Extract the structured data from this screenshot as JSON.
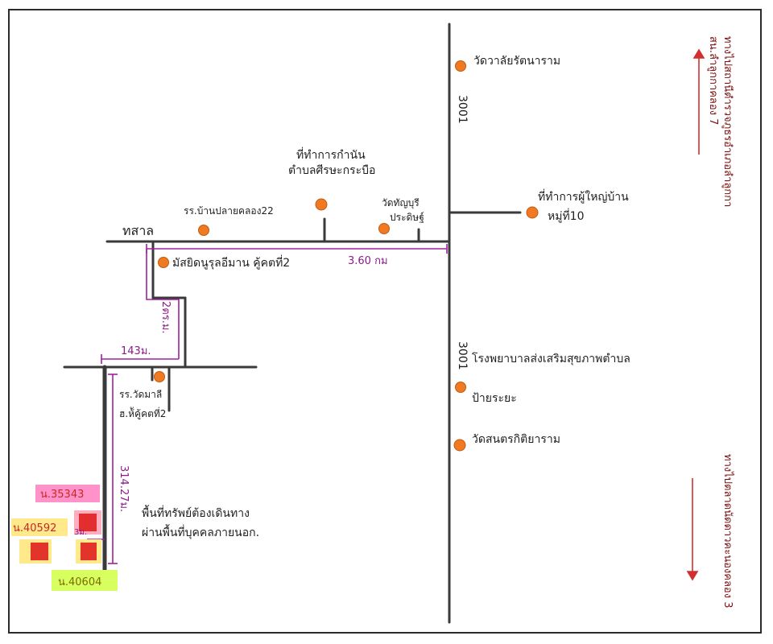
{
  "colors": {
    "road": "#3a3a3a",
    "landmark": "#f07a22",
    "distance": "#a020a0",
    "arrow": "#d32f2f",
    "parcel_pink": "#ff80c0",
    "parcel_yellow": "#ffe98a",
    "parcel_green": "#d8ff60",
    "parcel_red": "#e02020"
  },
  "icons": {
    "landmark": "orange-dot-icon",
    "direction": "red-arrow-icon"
  },
  "map": {
    "market": "ทสาล",
    "road_upper": "3001",
    "road_lower": "3001",
    "landmarks": {
      "wat_north": "วัดวาลัยรัตนาราม",
      "office_line1": "ที่ทำการกำนัน",
      "office_line2": "ตำบลศีรษะกระบือ",
      "school_22_line1": "รร.บ้านปลายคลอง22",
      "wat_tanya_line1": "วัดทัญบุรี",
      "wat_tanya_line2": "ประดิษฐ์",
      "headman_line1": "ที่ทำการผู้ใหญ่บ้าน",
      "headman_line2": "หมู่ที่10",
      "mosque": "มัสยิดนูรุลอีมาน คู้คตที่2",
      "hospital_line1": "โรงพยาบาลส่งเสริมสุขภาพตำบล",
      "hospital_line2": "ป้ายระยะ",
      "wat_south": "วัดสนตรกิติยาราม",
      "school_ku_line1": "รร.วัดมาลี",
      "school_ku_line2": "ฮ.ห้ัคู้คตที่2",
      "property_line1": "พื้นที่ทรัพย์ต้องเดินทาง",
      "property_line2": "ผ่านพื้นที่บุคคลภายนอก."
    },
    "directions": {
      "north_line1": "ทางไปสถานีตำรวจภูธรอำเภอลำลูกกา",
      "north_line2": "สน.ลำลูกกาคลอง 7",
      "south_line1": "ทางไปตลาดนัดดาวคะนองคลอง 3",
      "south_line2": ""
    },
    "distances": {
      "to_market": "3.60 กม",
      "vertical_short": "2ตร.ม.",
      "horizontal": "143ม.",
      "vertical_long": "314.27ม.",
      "small": "3ม."
    },
    "parcels": {
      "p1": "น.35343",
      "p2": "น.40592",
      "p3": "น.40604"
    }
  }
}
